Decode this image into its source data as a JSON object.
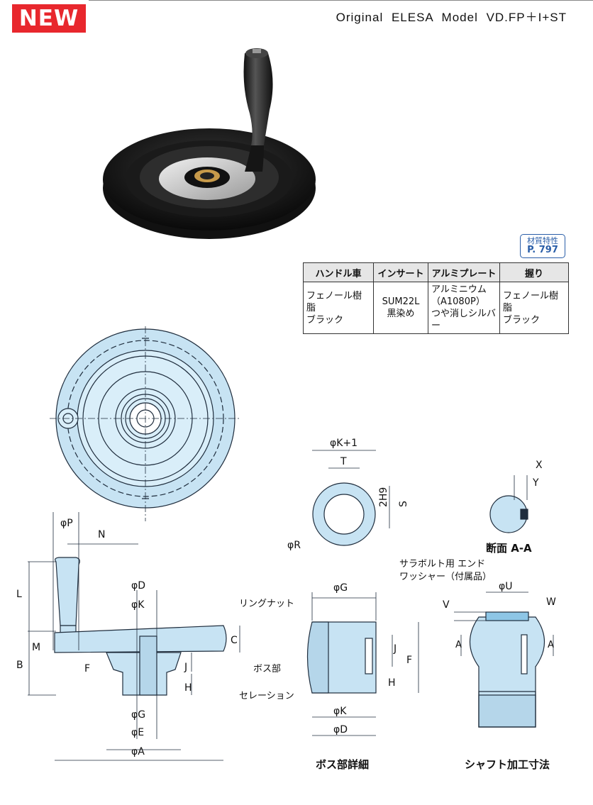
{
  "header": {
    "badge": "NEW",
    "model": "Original ELESA Model VD.FP＋I+ST"
  },
  "material_ref": {
    "label": "材質特性",
    "page": "P. 797"
  },
  "material_table": {
    "headers": [
      "ハンドル車",
      "インサート",
      "アルミプレート",
      "握り"
    ],
    "cells": [
      [
        "フェノール樹脂",
        "ブラック"
      ],
      [
        "SUM22L",
        "黒染め"
      ],
      [
        "アルミニウム",
        "（A1080P）",
        "つや消しシルバー"
      ],
      [
        "フェノール樹脂",
        "ブラック"
      ]
    ]
  },
  "labels": {
    "K1": "φK+1",
    "T": "T",
    "H9": "2H9",
    "S": "S",
    "R": "φR",
    "X": "X",
    "Y": "Y",
    "section": "断面 A-A",
    "P": "φP",
    "N": "N",
    "L": "L",
    "D1": "φD",
    "K2": "φK",
    "C": "C",
    "M": "M",
    "B": "B",
    "F1": "F",
    "J1": "J",
    "H1": "H",
    "G1": "φG",
    "E": "φE",
    "A": "φA",
    "ring_nut": "リングナット",
    "G2": "φG",
    "boss": "ボス部",
    "serration": "セレーション",
    "J2": "J",
    "F2": "F",
    "H2": "H",
    "K3": "φK",
    "D2": "φD",
    "boss_detail": "ボス部詳細",
    "washer1": "サラボルト用 エンド",
    "washer2": "ワッシャー（付属品）",
    "U": "φU",
    "V": "V",
    "W": "W",
    "A1": "A",
    "A2": "A",
    "shaft": "シャフト加工寸法"
  },
  "icons": [
    "handwheel-photo",
    "handwheel-front-view",
    "handwheel-side-section",
    "boss-detail",
    "shaft-dimensions"
  ]
}
